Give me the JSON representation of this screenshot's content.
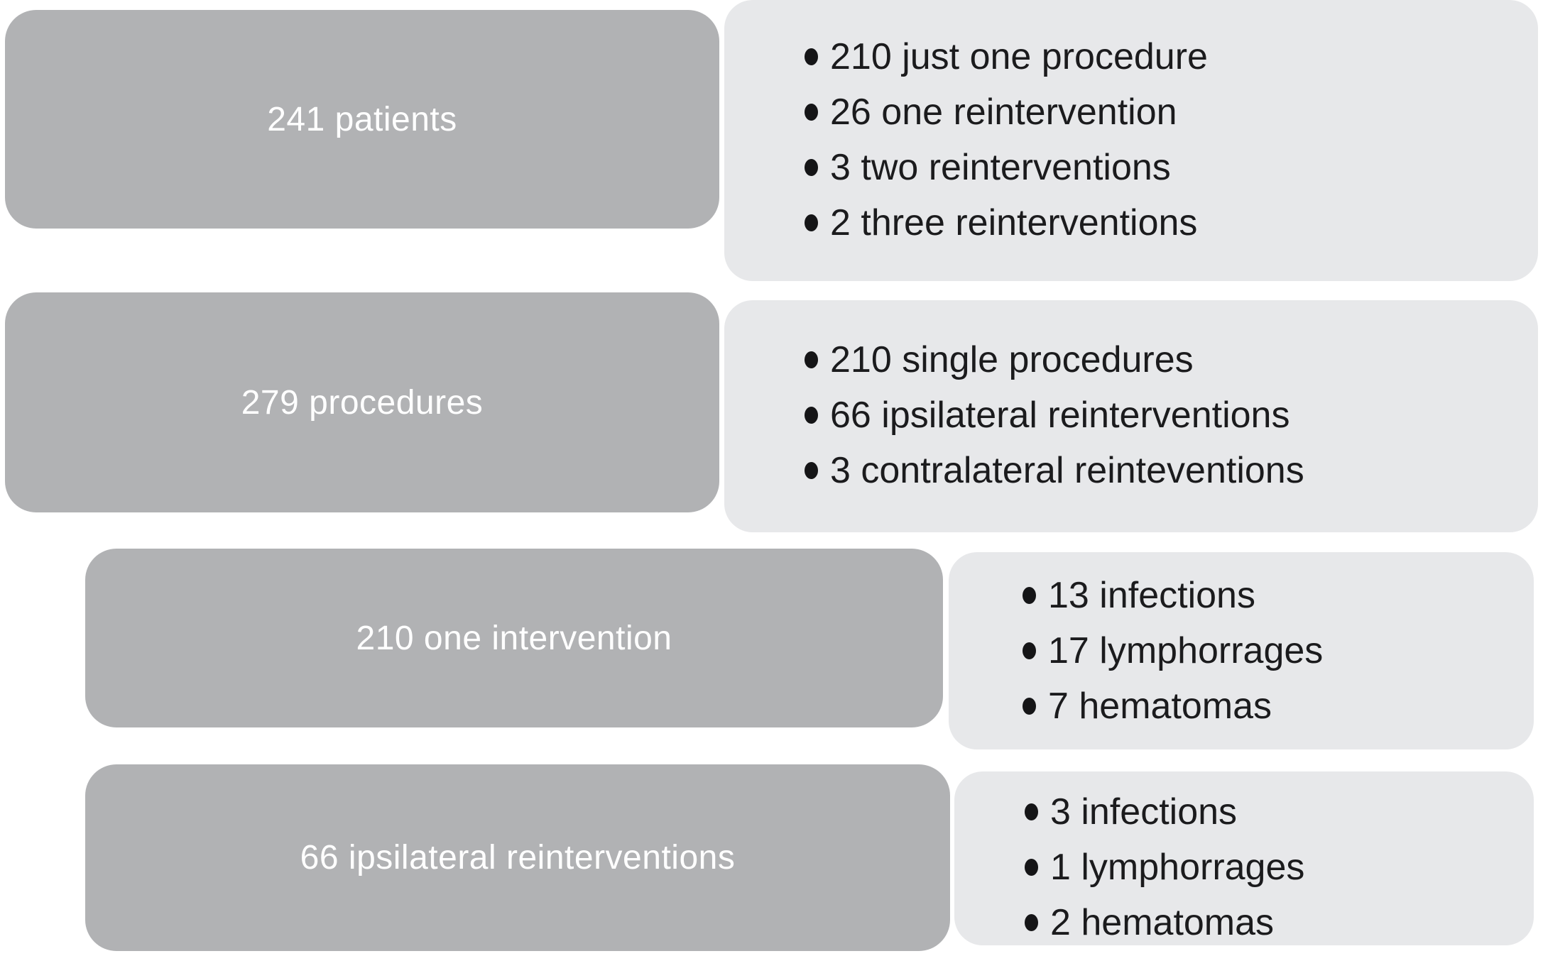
{
  "bullet_char": "",
  "colors": {
    "box": "#b1b2b4",
    "panel": "#e7e8ea",
    "box_text": "#ffffff",
    "bullet_text": "#1b1b1d",
    "dot": "#151517"
  },
  "rows": [
    {
      "box_label": "241 patients",
      "bullets": [
        "210 just one procedure",
        "26 one reintervention",
        "3 two reinterventions",
        "2 three reinterventions"
      ]
    },
    {
      "box_label": "279 procedures",
      "bullets": [
        "210 single procedures",
        "66 ipsilateral reinterventions",
        "3 contralateral reinteventions"
      ]
    },
    {
      "box_label": "210 one intervention",
      "bullets": [
        "13 infections",
        "17 lymphorrages",
        "7 hematomas"
      ]
    },
    {
      "box_label": "66 ipsilateral reinterventions",
      "bullets": [
        "3 infections",
        "1 lymphorrages",
        "2 hematomas"
      ]
    }
  ]
}
